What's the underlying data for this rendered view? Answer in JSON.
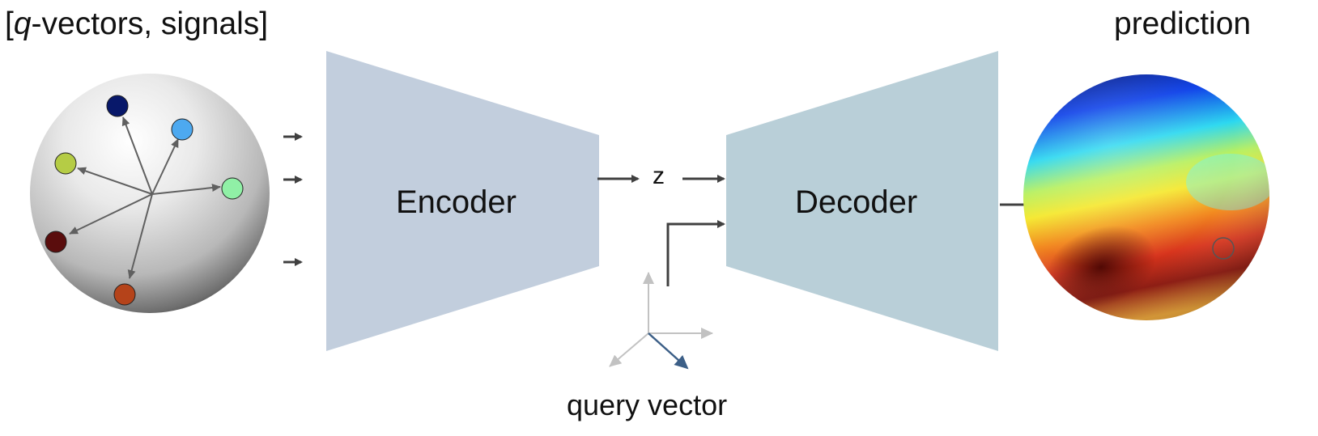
{
  "diagram": {
    "input_title_prefix": "[",
    "input_title_var": "q",
    "input_title_rest": "-vectors, signals]",
    "output_title": "prediction",
    "encoder_label": "Encoder",
    "decoder_label": "Decoder",
    "latent_label": "z",
    "query_label": "query vector"
  },
  "colors": {
    "encoder_fill": "#c2cedd",
    "decoder_fill": "#b9cfd8",
    "arrow": "#404040",
    "vector_arrow": "#606060",
    "axis_gray": "#c2c2c2",
    "query_axis": "#3c5f87",
    "q_points": [
      "#08186a",
      "#4da9f0",
      "#b5cc45",
      "#90f0a6",
      "#5a0d0d",
      "#b5431a"
    ]
  }
}
